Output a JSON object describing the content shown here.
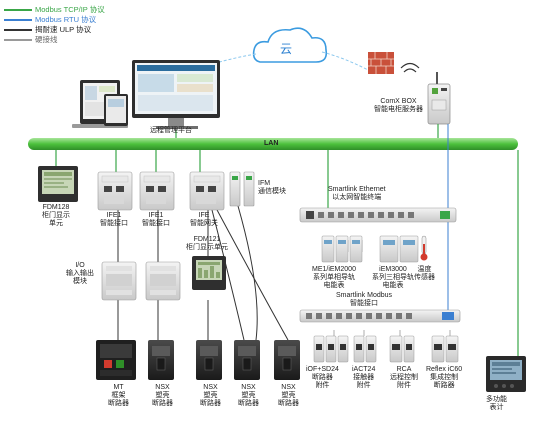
{
  "legend": [
    {
      "label": "Modbus TCP/IP 协议",
      "color": "#3aa648"
    },
    {
      "label": "Modbus RTU 协议",
      "color": "#3b7fd1"
    },
    {
      "label": "揭耐速 ULP 协议",
      "color": "#333333"
    },
    {
      "label": "硬接线",
      "color": "#9a9a9a"
    }
  ],
  "cloud": {
    "label": "云"
  },
  "platform": {
    "label": "远程管理平台"
  },
  "comx": {
    "line1": "ComX BOX",
    "line2": "智能电柜服务器"
  },
  "lan": {
    "label": "LAN"
  },
  "fdm128": {
    "line1": "FDM128",
    "line2": "柜门显示",
    "line3": "单元"
  },
  "ife1a": {
    "line1": "IFE1",
    "line2": "智能接口"
  },
  "ife1b": {
    "line1": "IFE1",
    "line2": "智能接口"
  },
  "ife": {
    "line1": "IFE",
    "line2": "智能网关"
  },
  "ifm": {
    "line1": "IFM",
    "line2": "通信模块"
  },
  "fdm121": {
    "line1": "FDM121",
    "line2": "柜门显示单元"
  },
  "io": {
    "line1": "I/O",
    "line2": "输入输出",
    "line3": "模块"
  },
  "smartlink_eth": {
    "line1": "Smartlink Ethernet",
    "line2": "以太网智能终端"
  },
  "me1": {
    "line1": "ME1/iEM2000",
    "line2": "系列单相导轨",
    "line3": "电能表"
  },
  "iem3000": {
    "line1": "iEM3000",
    "line2": "系列三相导轨",
    "line3": "电能表"
  },
  "temp": {
    "line1": "温度",
    "line2": "传感器"
  },
  "smartlink_modbus": {
    "line1": "Smartlink Modbus",
    "line2": "智能接口"
  },
  "iof": {
    "line1": "iOF+SD24",
    "line2": "断路器",
    "line3": "附件"
  },
  "iact": {
    "line1": "iACT24",
    "line2": "接触器",
    "line3": "附件"
  },
  "rca": {
    "line1": "RCA",
    "line2": "远程控制",
    "line3": "附件"
  },
  "reflex": {
    "line1": "Reflex iC60",
    "line2": "集成控制",
    "line3": "断路器"
  },
  "mt": {
    "line1": "MT",
    "line2": "框架",
    "line3": "断路器"
  },
  "nsx1": {
    "line1": "NSX",
    "line2": "塑壳",
    "line3": "断路器"
  },
  "nsx2": {
    "line1": "NSX",
    "line2": "塑壳",
    "line3": "断路器"
  },
  "nsx3": {
    "line1": "NSX",
    "line2": "塑壳",
    "line3": "断路器"
  },
  "nsx4": {
    "line1": "NSX",
    "line2": "塑壳",
    "line3": "断路器"
  },
  "meter": {
    "line1": "多功能",
    "line2": "表计"
  }
}
